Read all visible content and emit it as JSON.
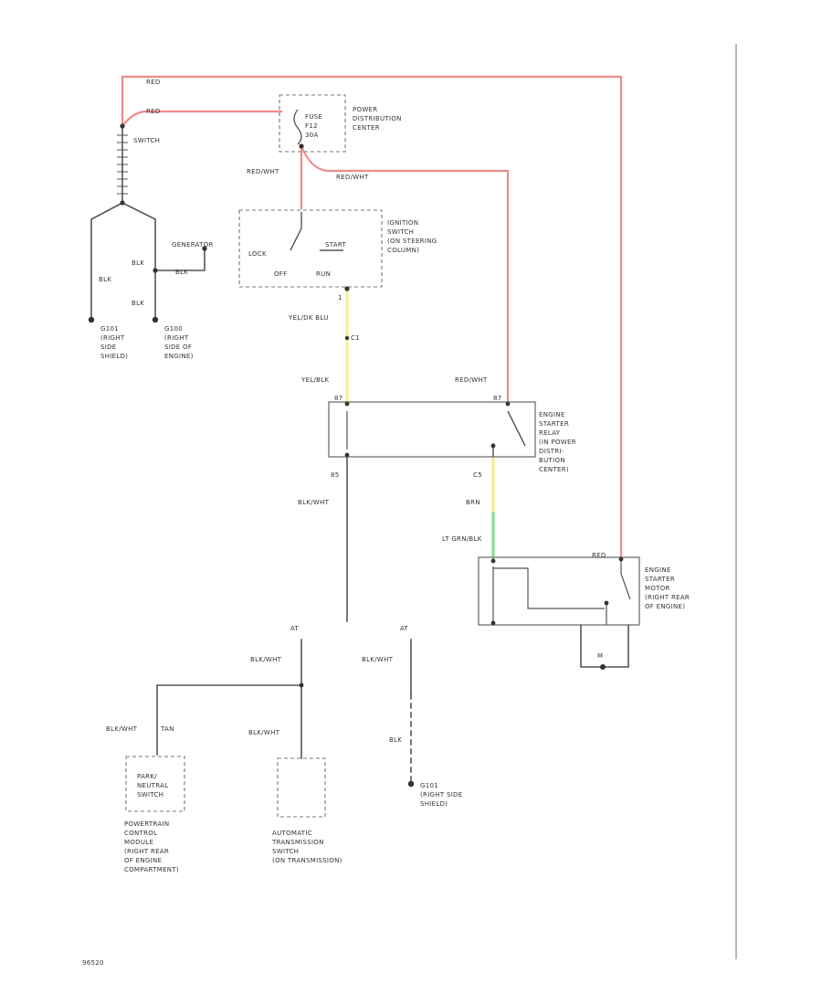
{
  "labels": {
    "red_top": "RED",
    "red_switch": "RED",
    "pdc_line1": "POWER",
    "pdc_line2": "DISTRIBUTION",
    "pdc_line3": "CENTER",
    "fuse_line1": "FUSE",
    "fuse_line2": "F12",
    "fuse_line3": "30A",
    "switch_label": "SWITCH",
    "redwht_left": "RED/WHT",
    "redwht_right": "RED/WHT",
    "generator": "GENERATOR",
    "blk_left": "BLK",
    "blk_mid": "BLK",
    "blk_lower": "BLK",
    "blk_run": "BLK",
    "g101_line1": "G101",
    "g101_line2": "(RIGHT",
    "g101_line3": "SIDE",
    "g101_line4": "SHIELD)",
    "g100_line1": "G100",
    "g100_line2": "(RIGHT",
    "g100_line3": "SIDE OF",
    "g100_line4": "ENGINE)",
    "ign_line1": "IGNITION",
    "ign_line2": "SWITCH",
    "ign_line3": "(ON STEERING",
    "ign_line4": "COLUMN)",
    "lock": "LOCK",
    "start": "START",
    "off": "OFF",
    "run": "RUN",
    "ign_pin": "1",
    "yelblk_top": "YEL/DK BLU",
    "yelblk_pin": "C1",
    "yelblk_mid": "YEL/BLK",
    "redwht_relay": "RED/WHT",
    "relay_line1": "ENGINE",
    "relay_line2": "STARTER",
    "relay_line3": "RELAY",
    "relay_line4": "(IN POWER",
    "relay_line5": "DISTRI-",
    "relay_line6": "BUTION",
    "relay_line7": "CENTER)",
    "relay_pin_a": "87",
    "relay_pin_b": "87",
    "pin_85": "85",
    "pin_c5": "C5",
    "brn": "BRN",
    "ltgrnblk": "LT GRN/BLK",
    "blkwht_relay": "BLK/WHT",
    "red_motor": "RED",
    "motor_line1": "ENGINE",
    "motor_line2": "STARTER",
    "motor_line3": "MOTOR",
    "motor_line4": "(RIGHT REAR",
    "motor_line5": "OF ENGINE)",
    "m_label": "M",
    "at_left": "AT",
    "at_right": "AT",
    "blkwht_at1": "BLK/WHT",
    "blkwht_at2": "BLK/WHT",
    "blkwht_tan": "BLK/WHT",
    "tan": "TAN",
    "blkwht_auto": "BLK/WHT",
    "blk_ground": "BLK",
    "pn_line1": "PARK/",
    "pn_line2": "NEUTRAL",
    "pn_line3": "SWITCH",
    "pcm_line1": "POWERTRAIN",
    "pcm_line2": "CONTROL",
    "pcm_line3": "MODULE",
    "pcm_line4": "(RIGHT REAR",
    "pcm_line5": "OF ENGINE",
    "pcm_line6": "COMPARTMENT)",
    "ats_line1": "AUTOMATIC",
    "ats_line2": "TRANSMISSION",
    "ats_line3": "SWITCH",
    "ats_line4": "(ON TRANSMISSION)",
    "g101b_line1": "G101",
    "g101b_line2": "(RIGHT SIDE",
    "g101b_line3": "SHIELD)",
    "footer_code": "96520"
  },
  "colors": {
    "wire_red": "#f08a8a",
    "wire_black": "#555555",
    "wire_yellow": "#f2f08a",
    "wire_green": "#7ee08a"
  }
}
